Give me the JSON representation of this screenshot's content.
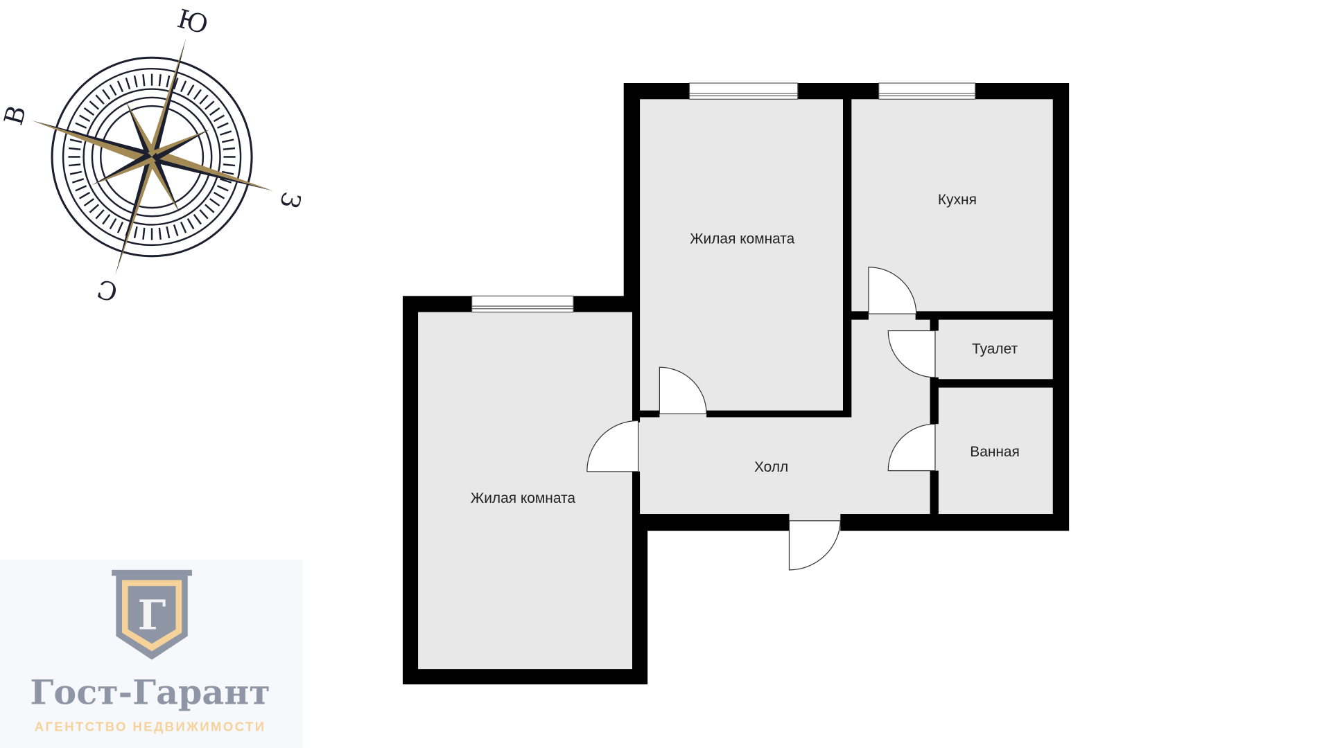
{
  "compass": {
    "south": "Ю",
    "east": "В",
    "west": "З",
    "north": "С"
  },
  "rooms": {
    "living_room_1": "Жилая комната",
    "living_room_2": "Жилая комната",
    "kitchen": "Кухня",
    "toilet": "Туалет",
    "bathroom": "Ванная",
    "hall": "Холл"
  },
  "logo": {
    "letter": "Г",
    "name": "Гост-Гарант",
    "tagline": "АГЕНТСТВО НЕДВИЖИМОСТИ"
  },
  "colors": {
    "wall": "#000000",
    "floor": "#e8e8e8",
    "compass_dark": "#1c1f2e",
    "compass_gold": "#a38a55",
    "logo_gray": "#8e96a6",
    "logo_gold": "#f5d29a"
  }
}
